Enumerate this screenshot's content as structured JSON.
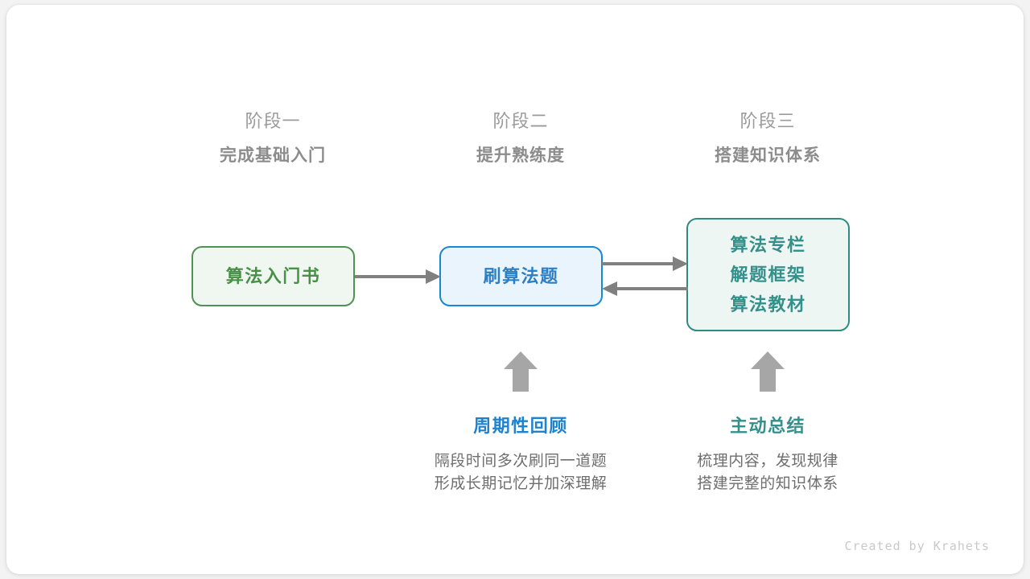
{
  "stages": [
    {
      "id": "stage-one",
      "label": "阶段一",
      "title": "完成基础入门"
    },
    {
      "id": "stage-two",
      "label": "阶段二",
      "title": "提升熟练度"
    },
    {
      "id": "stage-three",
      "label": "阶段三",
      "title": "搭建知识体系"
    }
  ],
  "nodes": {
    "book": {
      "lines": [
        "算法入门书"
      ],
      "color": "#479147",
      "border": "#4f9254",
      "fill": "#f0f6f0"
    },
    "practice": {
      "lines": [
        "刷算法题"
      ],
      "color": "#2d7fc4",
      "border": "#1787d6",
      "fill": "#e9f4fc"
    },
    "resources": {
      "lines": [
        "算法专栏",
        "解题框架",
        "算法教材"
      ],
      "color": "#34908a",
      "border": "#2f8b82",
      "fill": "#eef6f4"
    }
  },
  "connectors": [
    {
      "name": "book-to-practice",
      "direction": "right",
      "color": "#808080"
    },
    {
      "name": "practice-to-resources",
      "direction": "right",
      "color": "#808080"
    },
    {
      "name": "resources-to-practice",
      "direction": "left",
      "color": "#808080"
    },
    {
      "name": "review-up-arrow",
      "direction": "up",
      "color": "#a6a6a6"
    },
    {
      "name": "summary-up-arrow",
      "direction": "up",
      "color": "#a6a6a6"
    }
  ],
  "notes": [
    {
      "id": "review",
      "title": "周期性回顾",
      "accent": "#1f82cd",
      "desc_lines": [
        "隔段时间多次刷同一道题",
        "形成长期记忆并加深理解"
      ]
    },
    {
      "id": "summary",
      "title": "主动总结",
      "accent": "#34908a",
      "desc_lines": [
        "梳理内容，发现规律",
        "搭建完整的知识体系"
      ]
    }
  ],
  "watermark": "Created by Krahets",
  "colors": {
    "background": "#f3f3f3",
    "card": "#ffffff",
    "header_text": "#9b9b9b",
    "header_title": "#8c8c8c",
    "body_text": "#6e6e6e",
    "arrow": "#808080",
    "block_arrow": "#a6a6a6"
  }
}
